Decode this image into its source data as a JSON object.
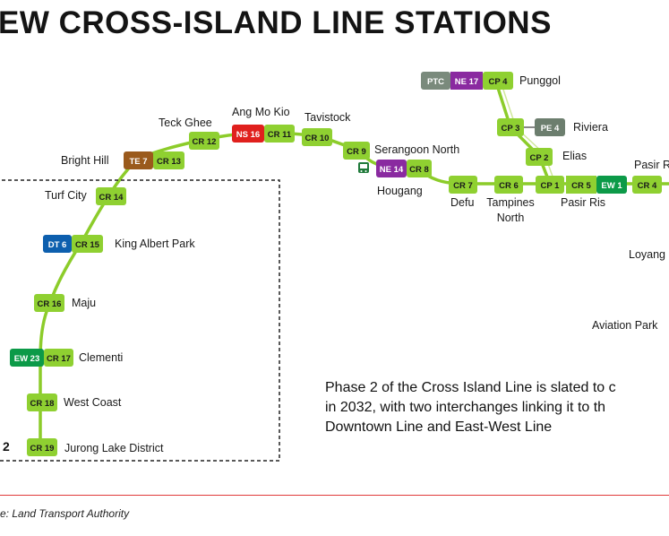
{
  "title": "EW CROSS-ISLAND LINE STATIONS",
  "phase_label": "2",
  "note_lines": [
    "Phase 2 of the Cross Island Line is slated to c",
    "in 2032, with two interchanges linking it to th",
    "Downtown Line and East-West Line"
  ],
  "source": "e:  Land Transport Authority",
  "colors": {
    "cr_line": "#8ccc2a",
    "badge_cr": "#8fd031",
    "te": "#9a5a1c",
    "ns": "#e0201d",
    "dt": "#0d5fae",
    "ew": "#0c9a48",
    "ne": "#8a2aa0",
    "ptc": "#7a8a7c",
    "pe": "#6c7e6e",
    "rule": "#e03a3a"
  },
  "stations": [
    {
      "name": "Punggol",
      "codes": [
        "PTC",
        "NE 17",
        "CP 4"
      ]
    },
    {
      "name": "Riviera",
      "codes": [
        "CP 3",
        "PE 4"
      ]
    },
    {
      "name": "Elias",
      "codes": [
        "CP 2"
      ]
    },
    {
      "name": "Pasir Ris",
      "codes": [
        "CP 1",
        "CR 5",
        "EW 1"
      ]
    },
    {
      "name": "Pasir R",
      "codes": [
        "CR 4"
      ]
    },
    {
      "name": "Tampines North",
      "name_lines": [
        "Tampines",
        "North"
      ],
      "codes": [
        "CR 6"
      ]
    },
    {
      "name": "Defu",
      "codes": [
        "CR 7"
      ]
    },
    {
      "name": "Hougang",
      "codes": [
        "NE 14",
        "CR 8"
      ]
    },
    {
      "name": "Serangoon North",
      "codes": [
        "CR 9"
      ]
    },
    {
      "name": "Tavistock",
      "codes": [
        "CR 10"
      ]
    },
    {
      "name": "Ang Mo Kio",
      "codes": [
        "NS 16",
        "CR 11"
      ]
    },
    {
      "name": "Teck Ghee",
      "codes": [
        "CR 12"
      ]
    },
    {
      "name": "Bright Hill",
      "codes": [
        "TE 7",
        "CR 13"
      ]
    },
    {
      "name": "Turf City",
      "codes": [
        "CR 14"
      ]
    },
    {
      "name": "King Albert Park",
      "codes": [
        "DT 6",
        "CR 15"
      ]
    },
    {
      "name": "Maju",
      "codes": [
        "CR 16"
      ]
    },
    {
      "name": "Clementi",
      "codes": [
        "EW 23",
        "CR 17"
      ]
    },
    {
      "name": "West Coast",
      "codes": [
        "CR 18"
      ]
    },
    {
      "name": "Jurong Lake District",
      "codes": [
        "CR 19"
      ]
    },
    {
      "name": "Loyang",
      "codes": []
    },
    {
      "name": "Aviation Park",
      "codes": []
    }
  ]
}
